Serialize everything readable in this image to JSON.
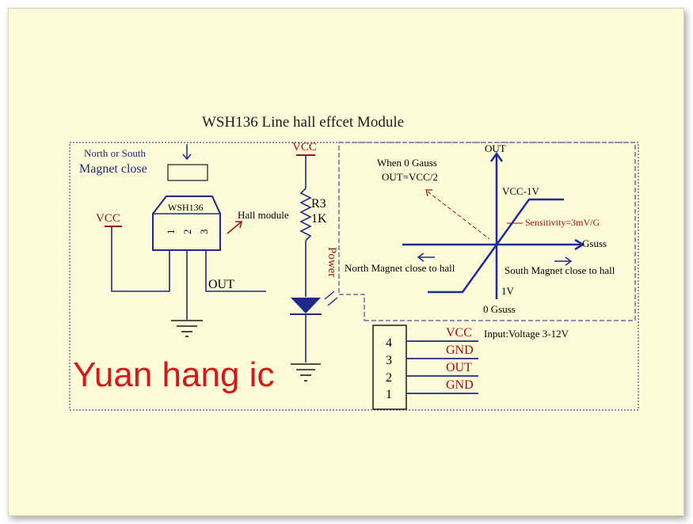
{
  "title": "WSH136 Line hall effcet Module",
  "magnet": {
    "line1": "North or South",
    "line2": "Magnet close"
  },
  "sensor": {
    "name": "WSH136",
    "pins": [
      "1",
      "2",
      "3"
    ],
    "annotation": "Hall module"
  },
  "labels": {
    "vcc_left": "VCC",
    "vcc_top": "VCC",
    "out_left": "OUT",
    "resistor_ref": "R3",
    "resistor_val": "1K",
    "power_led": "Power"
  },
  "graph": {
    "ylabel": "OUT",
    "xlabel": "Gsuss",
    "top_level": "VCC-1V",
    "bottom_level": "1V",
    "zero": "0 Gsuss",
    "zero_note_1": "When 0 Gauss",
    "zero_note_2": "OUT=VCC/2",
    "sensitivity": "Sensitivity=3mV/G",
    "north": "North Magnet close to hall",
    "south": "South Magnet close to hall"
  },
  "connector": {
    "pins": [
      {
        "num": "4",
        "name": "VCC"
      },
      {
        "num": "3",
        "name": "GND"
      },
      {
        "num": "2",
        "name": "OUT"
      },
      {
        "num": "1",
        "name": "GND"
      }
    ],
    "input_note": "Input:Voltage 3-12V"
  },
  "watermark": "Yuan hang ic"
}
